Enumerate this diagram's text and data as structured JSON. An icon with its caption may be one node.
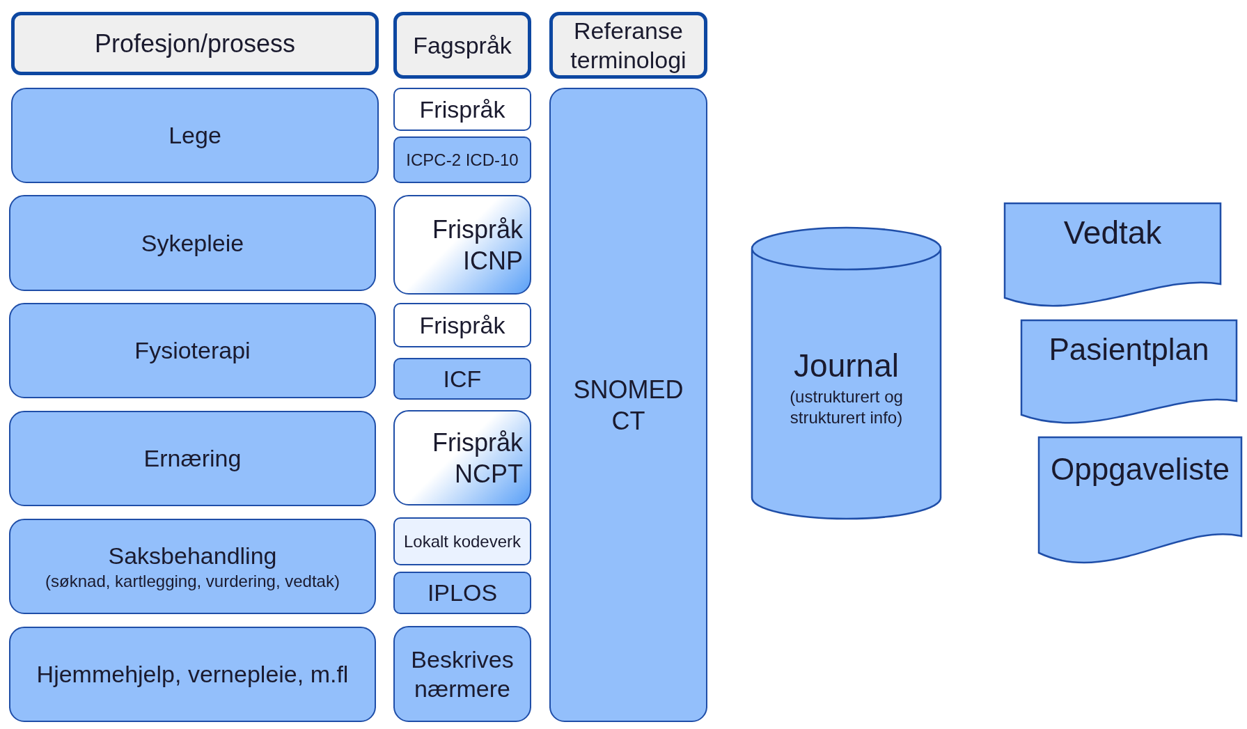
{
  "diagram": {
    "nodes": [
      {
        "text": [
          "Profesjon/prosess"
        ]
      },
      {
        "text": [
          "Fagspråk"
        ]
      },
      {
        "text": [
          "Referanse terminologi"
        ]
      },
      {
        "text": [
          "Lege"
        ]
      },
      {
        "text": [
          "Frispråk"
        ]
      },
      {
        "text": [
          "ICPC-2 ICD-10"
        ]
      },
      {
        "text": [
          "SNOMED CT"
        ]
      },
      {
        "text": [
          "Sykepleie"
        ]
      },
      {
        "text": [
          "Frispråk ICNP"
        ]
      },
      {
        "text": [
          "Vedtak"
        ]
      },
      {
        "text": [
          "Journal",
          "(ustrukturert og strukturert info)"
        ]
      },
      {
        "text": [
          "Fysioterapi"
        ]
      },
      {
        "text": [
          "Frispråk"
        ]
      },
      {
        "text": [
          "ICF"
        ]
      },
      {
        "text": [
          "Pasientplan"
        ]
      },
      {
        "text": [
          "Ernæring"
        ]
      },
      {
        "text": [
          "Frispråk NCPT"
        ]
      },
      {
        "text": [
          "Oppgaveliste"
        ]
      },
      {
        "text": [
          "Saksbehandling",
          "(søknad, kartlegging, vurdering, vedtak)"
        ]
      },
      {
        "text": [
          "Lokalt kodeverk"
        ]
      },
      {
        "text": [
          "IPLOS"
        ]
      },
      {
        "text": [
          "Hjemmehjelp, vernepleie, m.fl"
        ]
      },
      {
        "text": [
          "Beskrives nærmere"
        ]
      }
    ]
  }
}
